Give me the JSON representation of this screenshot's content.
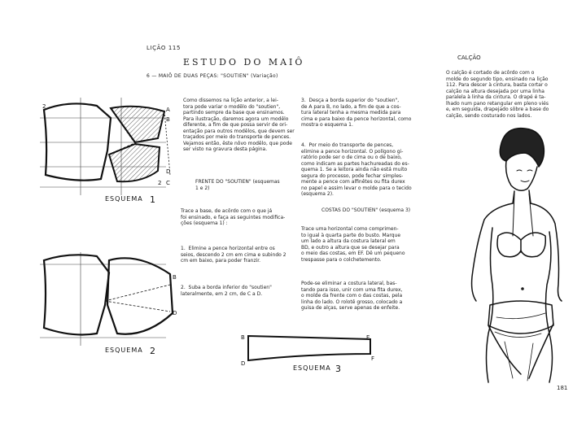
{
  "header": {
    "lesson": "LIÇÃO 115",
    "title": "ESTUDO DO MAIÔ",
    "subtitle": "6 — MAIÔ DE DUAS PEÇAS: \"SOUTIEN\" (Variação)"
  },
  "col1": {
    "para_intro": "Como dissemos na lição anterior, a lei-\ntora pode variar o modêlo do \"soutien\",\npartindo sempre da base que ensinamos.\nPara ilustração, daremos agora um modêlo\ndiferente, a fim de que possa servir de ori-\nentação para outros modêlos, que devem ser\ntraçados por meio do transporte de pences.\nVejamos então, êste nôvo modêlo, que pode\nser visto na gravura desta página.",
    "heading_frente": "FRENTE DO \"SOUTIEN\" (esquemas\n1 e 2)",
    "para_trace": "Trace a base, de acôrdo com o que já\nfoi ensinado, e faça as seguintes modifica-\nções (esquema 1) :",
    "item1": "1.  Elimine a pence horizontal entre os\nseios, descendo 2 cm em cima e subindo 2\ncm em baixo, para poder franzir.",
    "item2": "2.  Suba a borda inferior do \"soutien\"\nlateralmente, em 2 cm, de C a D."
  },
  "col2": {
    "item3": "3.  Desça a borda superior do \"soutien\",\nde A para B, no lado, a fim de que a cos-\ntura lateral tenha a mesma medida para\ncima e para baixo da pence horizontal, como\nmostra o esquema 1.",
    "item4": "4.  Por meio do transporte de pences,\nelimine a pence horizontal. O polígono gi-\nratório pode ser o de cima ou o de baixo,\ncomo indicam as partes hachureadas do es-\nquema 1. Se a leitora ainda não está muito\nsegura do processo, pode fechar simples-\nmente a pence com alfinêtes ou fita durex\nno papel e assim levar o molde para o tecido\n(esquema 2).",
    "heading_costas": "COSTAS DO \"SOUTIEN\" (esquema 3)",
    "para_costas": "Trace uma horizontal como comprimen-\nto igual à quarta parte do busto. Marque\num lado a altura da costura lateral em\nBD, e outro a altura que se desejar para\no meio das costas, em EF. Dê um pequeno\ntrespasse para o colchetemento.",
    "para_elim": "Pode-se eliminar a costura lateral, bas-\ntando para isso, unir com uma fita durex,\no molde da frente com o das costas, pela\nlinha do lado. O rolotê grosso, colocado a\nguisa de alças, serve apenas de enfeite."
  },
  "col3": {
    "heading_calcao": "CALÇÃO",
    "para_calcao": "O calção é cortado de acôrdo com o\nmolde do segundo tipo, ensinado na lição\n112. Para descer à cintura, basta cortar o\ncalção na altura desejada por uma linha\nparalela à linha da cintura. O drapé é ta-\nlhado num pano retangular em pleno viés\ne, em seguida, drapejado sôbre a base do\ncalção, sendo costurado nos lados."
  },
  "diagrams": {
    "esquema1": {
      "label": "ESQUEMA",
      "num": "1",
      "letters": [
        "2",
        "A",
        "B",
        "D",
        "2",
        "C"
      ]
    },
    "esquema2": {
      "label": "ESQUEMA",
      "num": "2",
      "letters": [
        "B",
        "D"
      ]
    },
    "esquema3": {
      "label": "ESQUEMA",
      "num": "3",
      "letters": [
        "B",
        "D",
        "E",
        "F"
      ]
    }
  },
  "page_number": "181"
}
